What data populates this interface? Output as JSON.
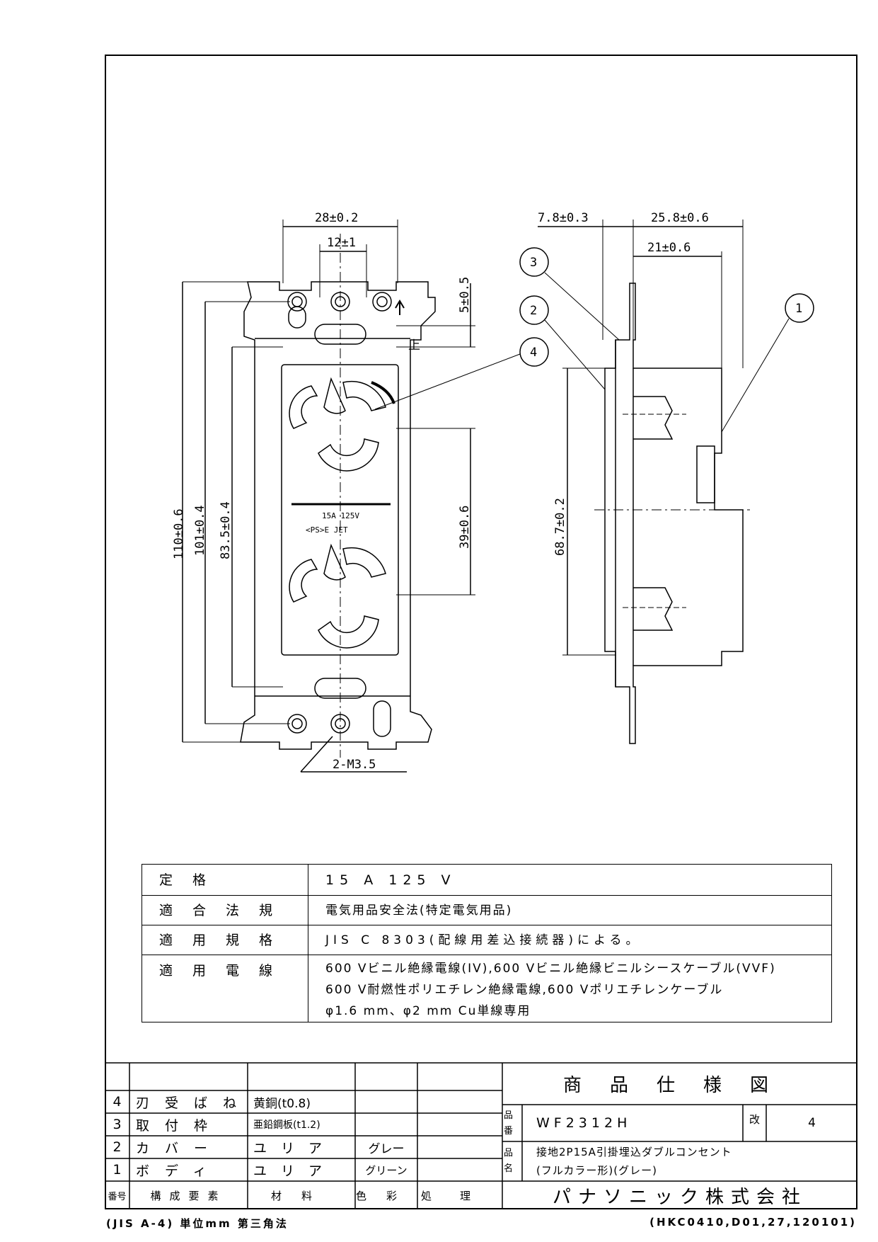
{
  "dimensions": {
    "width_28": "28±0.2",
    "width_12": "12±1",
    "dim_5": "5±0.5",
    "dim_110": "110±0.6",
    "dim_101": "101±0.4",
    "dim_83_5": "83.5±0.4",
    "dim_39": "39±0.6",
    "screw": "2-M3.5",
    "side_7_8": "7.8±0.3",
    "side_25_8": "25.8±0.6",
    "side_21": "21±0.6",
    "side_68_7": "68.7±0.2",
    "up_mark": "上"
  },
  "callouts": [
    "1",
    "2",
    "3",
    "4"
  ],
  "outlet_marking": {
    "rating": "15A 125V",
    "pse": "<PS>E JET"
  },
  "spec_table": [
    {
      "key": "定格",
      "lines": [
        "15 A 125 V"
      ]
    },
    {
      "key": "適合法規",
      "lines": [
        "電気用品安全法(特定電気用品)"
      ]
    },
    {
      "key": "適用規格",
      "lines": [
        "JIS C 8303(配線用差込接続器)による。"
      ]
    },
    {
      "key": "適用電線",
      "lines": [
        "600 Vビニル絶縁電線(IV),600 Vビニル絶縁ビニルシースケーブル(VVF)",
        "600 V耐燃性ポリエチレン絶縁電線,600 Vポリエチレンケーブル",
        "φ1.6 mm、φ2 mm Cu単線専用"
      ]
    }
  ],
  "parts_table": {
    "header": {
      "no": "番号",
      "element": "構成要素",
      "material": "材料",
      "color": "色彩",
      "finish": "処理"
    },
    "rows": [
      {
        "no": "4",
        "element": "刃受ばね",
        "material": "黄銅(t0.8)",
        "color": "",
        "finish": ""
      },
      {
        "no": "3",
        "element": "取付枠",
        "material": "亜鉛鋼板(t1.2)",
        "color": "",
        "finish": ""
      },
      {
        "no": "2",
        "element": "カバー",
        "material": "ユリア",
        "color": "グレー",
        "finish": ""
      },
      {
        "no": "1",
        "element": "ボディ",
        "material": "ユリア",
        "color": "グリーン",
        "finish": ""
      }
    ]
  },
  "title_block": {
    "title": "商品仕様図",
    "product_no_label": "品番",
    "product_no": "WF2312H",
    "revision_label": "改",
    "revision": "4",
    "product_name_label": "品名",
    "product_name_1": "接地2P15A引掛埋込ダブルコンセント",
    "product_name_2": "(フルカラー形)(グレー)",
    "company": "パナソニック株式会社"
  },
  "footer": {
    "left": "(JIS A-4)  単位mm  第三角法",
    "right": "(HKC0410,D01,27,120101)"
  }
}
